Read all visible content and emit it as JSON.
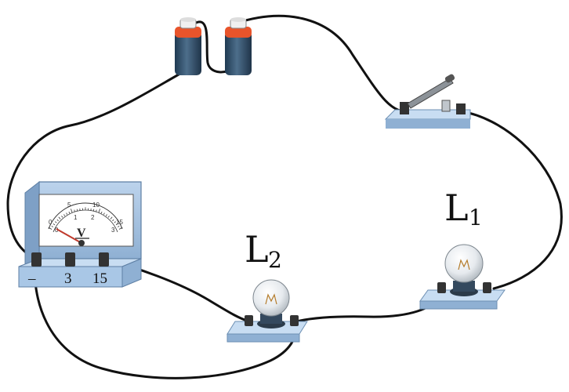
{
  "labels": {
    "lamp1": {
      "letter": "L",
      "sub": "1"
    },
    "lamp2": {
      "letter": "L",
      "sub": "2"
    }
  },
  "voltmeter": {
    "unit": "V",
    "terminals": [
      "–",
      "3",
      "15"
    ],
    "scale_top": [
      "0",
      "5",
      "10",
      "15"
    ],
    "scale_bottom": [
      "0",
      "1",
      "2",
      "3"
    ]
  },
  "colors": {
    "wire": "#111111",
    "base": "#bcd6ee",
    "battery_body": "#2e4a63",
    "battery_cap": "#e8542b"
  }
}
